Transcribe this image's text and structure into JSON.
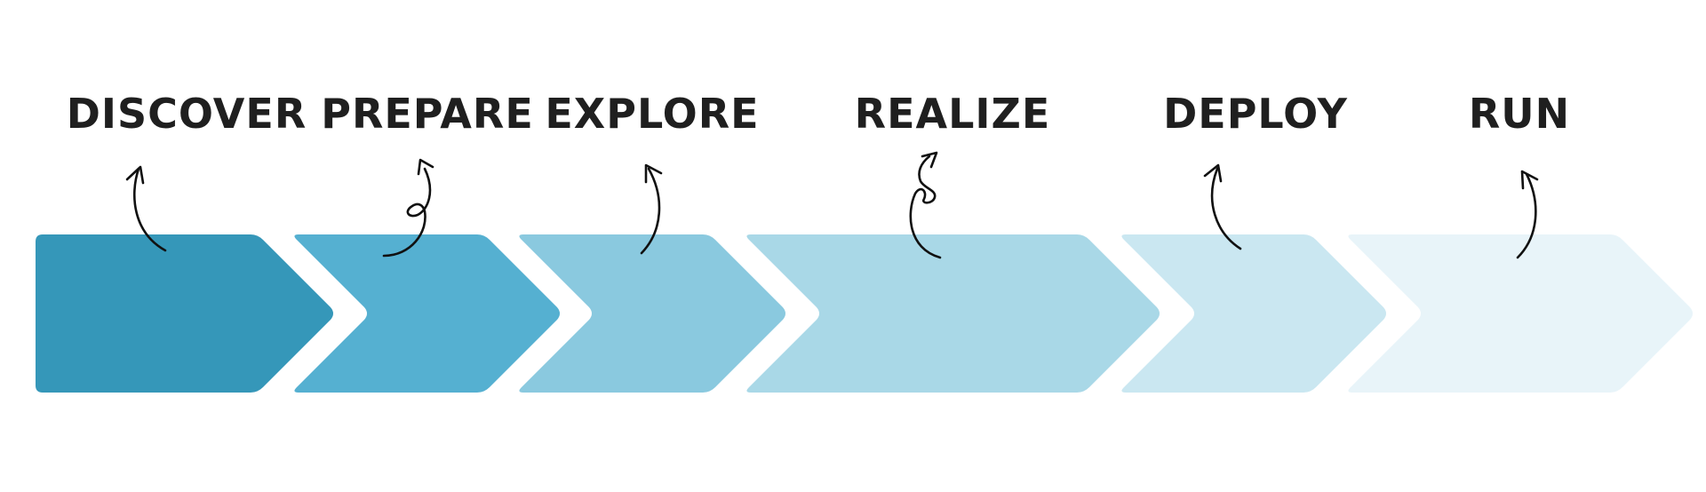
{
  "process": {
    "stages": [
      {
        "label": "DISCOVER",
        "color": "#3597b9"
      },
      {
        "label": "PREPARE",
        "color": "#55b0d1"
      },
      {
        "label": "EXPLORE",
        "color": "#8ac9df"
      },
      {
        "label": "REALIZE",
        "color": "#a9d8e7"
      },
      {
        "label": "DEPLOY",
        "color": "#cae7f1"
      },
      {
        "label": "RUN",
        "color": "#e8f4f9"
      }
    ],
    "arrow_icons": [
      "curved-arrow-icon",
      "loop-arrow-icon",
      "curved-arrow-icon",
      "loop-arrow-icon",
      "curved-arrow-icon",
      "curved-arrow-icon"
    ]
  }
}
